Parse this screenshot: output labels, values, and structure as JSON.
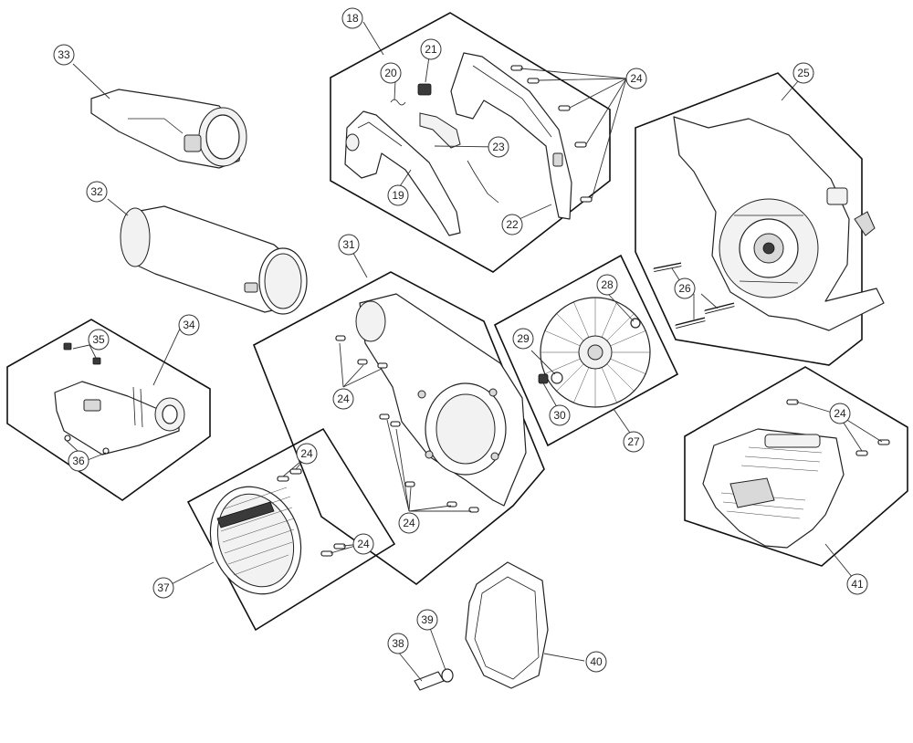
{
  "diagram": {
    "callouts": {
      "c18": "18",
      "c19": "19",
      "c20": "20",
      "c21": "21",
      "c22": "22",
      "c23": "23",
      "c24a": "24",
      "c24b": "24",
      "c24c": "24",
      "c24d": "24",
      "c24e": "24",
      "c24f": "24",
      "c25": "25",
      "c26": "26",
      "c27": "27",
      "c28": "28",
      "c29": "29",
      "c30": "30",
      "c31": "31",
      "c32": "32",
      "c33": "33",
      "c34": "34",
      "c35": "35",
      "c36": "36",
      "c37": "37",
      "c38": "38",
      "c39": "39",
      "c40": "40",
      "c41": "41"
    }
  }
}
